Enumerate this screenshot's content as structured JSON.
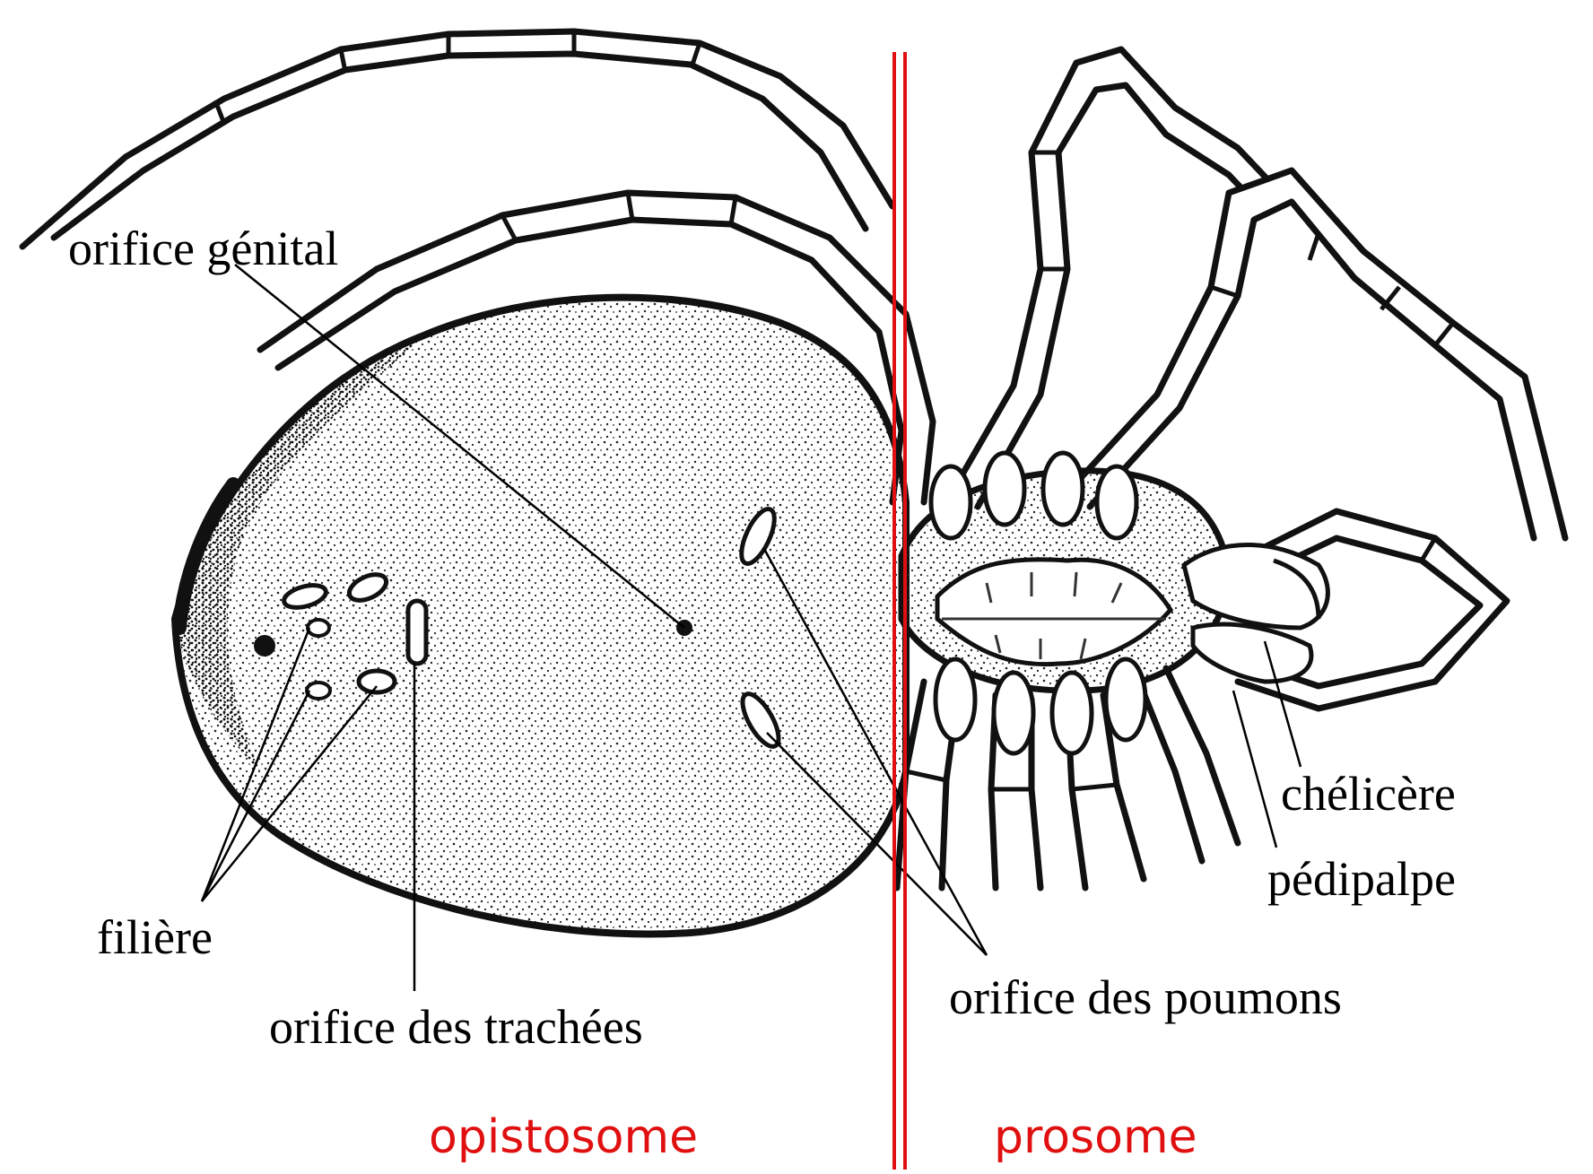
{
  "labels": {
    "orifice_genital": "orifice génital",
    "filiere": "filière",
    "orifice_trachees": "orifice des trachées",
    "orifice_poumons": "orifice des poumons",
    "chelicere": "chélicère",
    "pedipalpe": "pédipalpe"
  },
  "regions": {
    "opistosome": "opistosome",
    "prosome": "prosome"
  },
  "colors": {
    "divider": "#e01010",
    "region_text": "#e01010",
    "ink": "#111111"
  }
}
